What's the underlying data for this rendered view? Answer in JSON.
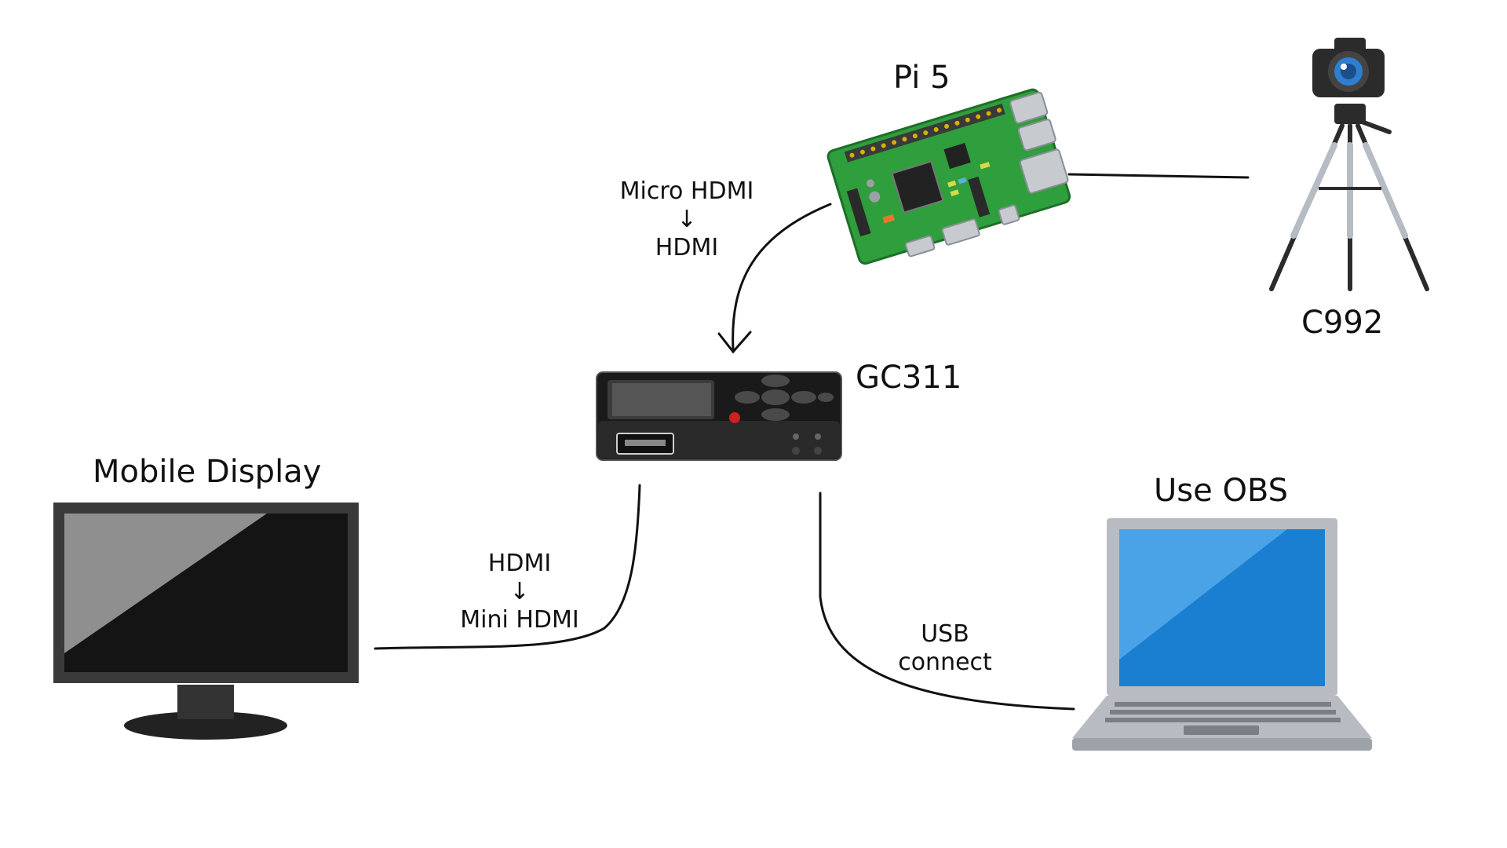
{
  "nodes": {
    "pi": {
      "label": "Pi 5"
    },
    "camera": {
      "label": "C992"
    },
    "capture": {
      "label": "GC311"
    },
    "display": {
      "label": "Mobile Display"
    },
    "laptop": {
      "label": "Use OBS"
    }
  },
  "connections": {
    "pi_to_capture": {
      "from": "Micro HDMI",
      "arrow": "↓",
      "to": "HDMI"
    },
    "capture_to_display": {
      "from": "HDMI",
      "arrow": "↓",
      "to": "Mini HDMI"
    },
    "capture_to_laptop": {
      "line1": "USB",
      "line2": "connect"
    }
  },
  "colors": {
    "line": "#111111",
    "board_green": "#2f9e3c",
    "screen_blue": "#1a7fd0",
    "device_black": "#1a1a1a",
    "laptop_grey": "#b8bcc2"
  },
  "icons": {
    "pi": "raspberry-pi-board-icon",
    "camera": "camera-on-tripod-icon",
    "capture": "capture-box-icon",
    "display": "monitor-icon",
    "laptop": "laptop-icon"
  }
}
